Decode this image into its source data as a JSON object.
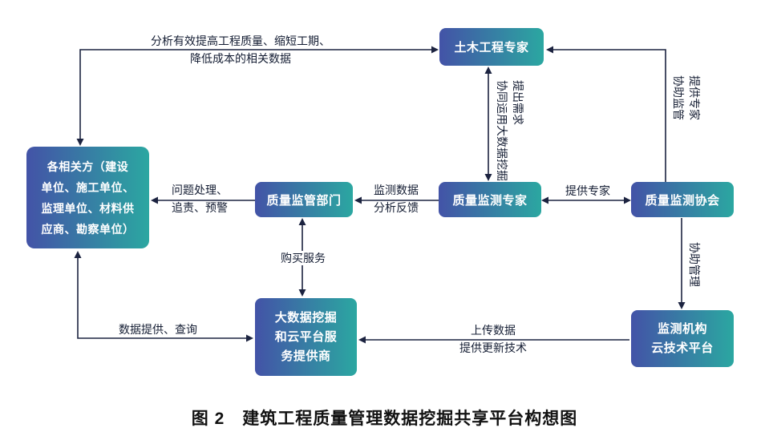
{
  "figure": {
    "caption": "图 2　建筑工程质量管理数据挖掘共享平台构想图"
  },
  "colors": {
    "box_gradient_start": "#4353a7",
    "box_gradient_end": "#2ba7a1",
    "line": "#1c2340",
    "label_text": "#141d33"
  },
  "nodes": {
    "civil_expert": {
      "label": "土木工程专家"
    },
    "parties": {
      "label": "各相关方（建设\n单位、施工单位、\n监理单位、材料供\n应商、勘察单位）"
    },
    "supervision": {
      "label": "质量监管部门"
    },
    "monitor_expert": {
      "label": "质量监测专家"
    },
    "association": {
      "label": "质量监测协会"
    },
    "bigdata": {
      "label": "大数据挖掘\n和云平台服\n务提供商"
    },
    "cloud": {
      "label": "监测机构\n云技术平台"
    }
  },
  "edges": {
    "analyze": {
      "label": "分析有效提高工程质量、缩短工期、\n降低成本的相关数据"
    },
    "collaborate": {
      "label": "协同运用大数据挖掘\n提出需求"
    },
    "assist_supervise": {
      "label": "协助监管\n提供专家"
    },
    "problem": {
      "label": "问题处理、\n追责、预警"
    },
    "monitor_feedback": {
      "label": "监测数据\n分析反馈"
    },
    "provide_expert": {
      "label": "提供专家"
    },
    "buy_service": {
      "label": "购买服务"
    },
    "assist_manage": {
      "label": "协助管理"
    },
    "upload": {
      "label": "上传数据\n提供更新技术"
    },
    "data_query": {
      "label": "数据提供、查询"
    }
  }
}
